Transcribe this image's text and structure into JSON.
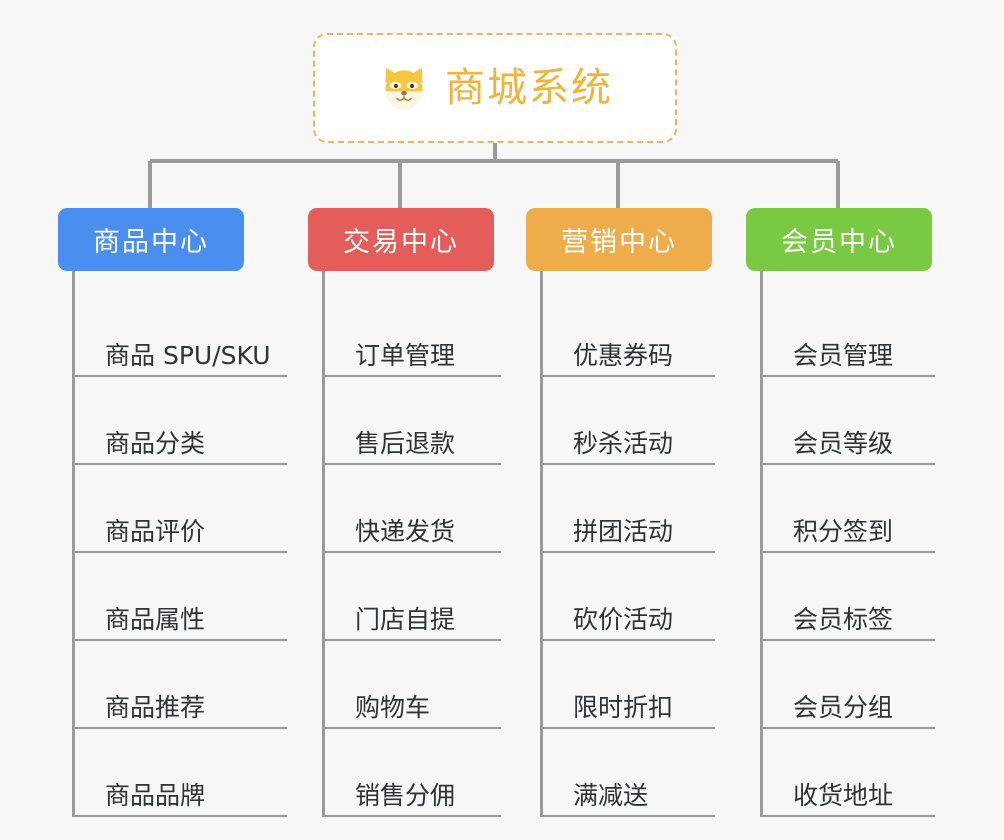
{
  "page": {
    "background_color": "#f7f7f7",
    "type": "mindmap"
  },
  "root": {
    "title": "商城系统",
    "icon": "shiba-dog-face-icon",
    "border_color": "#e8b45c",
    "text_color": "#f0b43c"
  },
  "branches": [
    {
      "id": "product-center",
      "label": "商品中心",
      "color": "#4a8ef0",
      "items": [
        "商品 SPU/SKU",
        "商品分类",
        "商品评价",
        "商品属性",
        "商品推荐",
        "商品品牌"
      ]
    },
    {
      "id": "trade-center",
      "label": "交易中心",
      "color": "#e35d5b",
      "items": [
        "订单管理",
        "售后退款",
        "快递发货",
        "门店自提",
        "购物车",
        "销售分佣"
      ]
    },
    {
      "id": "marketing-center",
      "label": "营销中心",
      "color": "#eead4a",
      "items": [
        "优惠券码",
        "秒杀活动",
        "拼团活动",
        "砍价活动",
        "限时折扣",
        "满减送"
      ]
    },
    {
      "id": "member-center",
      "label": "会员中心",
      "color": "#7ac943",
      "items": [
        "会员管理",
        "会员等级",
        "积分签到",
        "会员标签",
        "会员分组",
        "收货地址"
      ]
    }
  ],
  "connector": {
    "color": "#9a9a9a"
  }
}
